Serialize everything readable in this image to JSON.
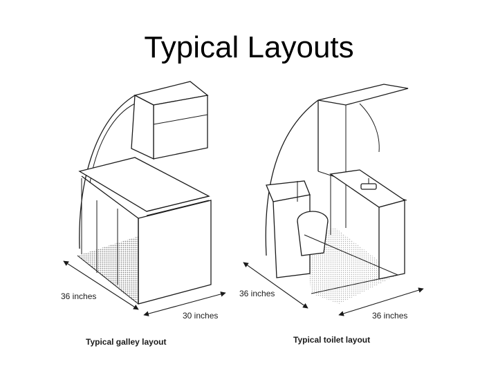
{
  "title": "Typical Layouts",
  "galley": {
    "width_label": "36 inches",
    "depth_label": "30 inches",
    "caption": "Typical galley layout"
  },
  "toilet": {
    "width_label": "36 inches",
    "depth_label": "36 inches",
    "caption": "Typical toilet layout"
  },
  "colors": {
    "line": "#1a1a1a",
    "floor_shade": "#b5b5b5"
  }
}
